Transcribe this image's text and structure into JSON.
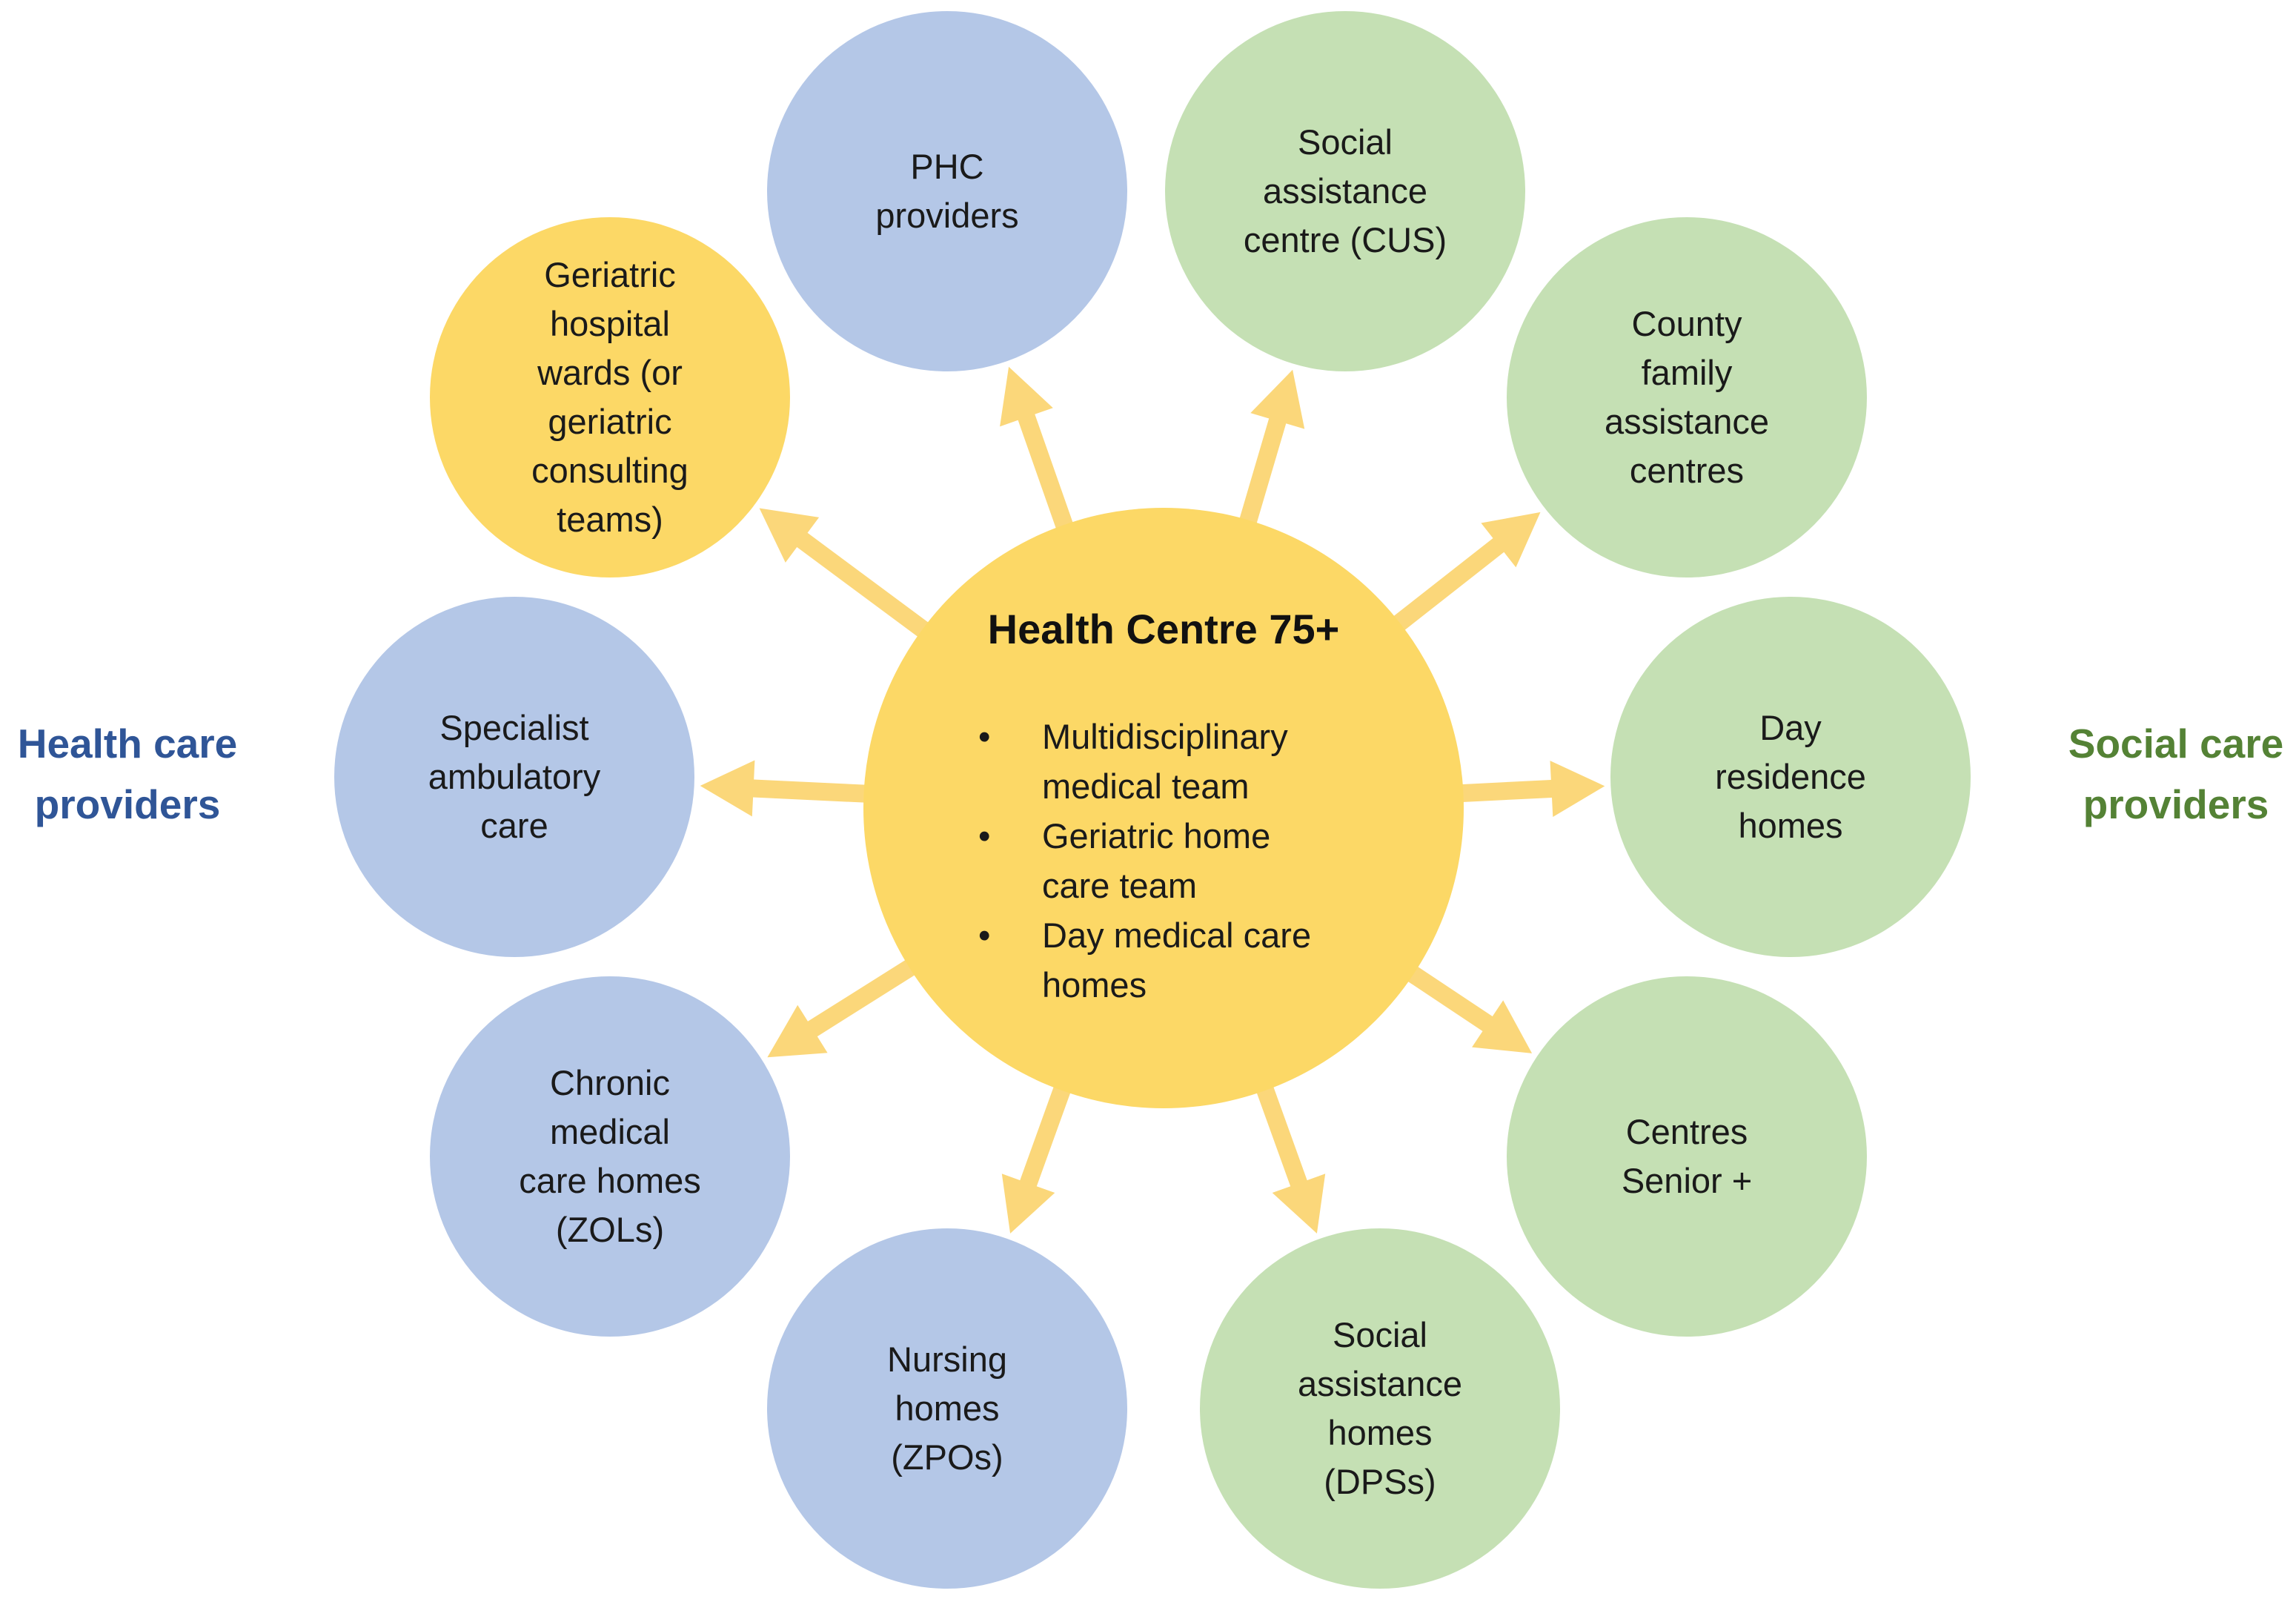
{
  "colors": {
    "center": "#FCD866",
    "health": "#B4C7E7",
    "social": "#C5E0B4",
    "geriatric": "#FCD866",
    "arrow": "#FBD77A",
    "health_label": "#2F5597",
    "social_label": "#548235"
  },
  "center": {
    "title": "Health Centre 75+",
    "bullets": [
      [
        "Multidisciplinary",
        "medical team"
      ],
      [
        "Geriatric home",
        "care team"
      ],
      [
        "Day medical care",
        "homes"
      ]
    ]
  },
  "side_labels": {
    "left": [
      "Health care",
      "providers"
    ],
    "right": [
      "Social care",
      "providers"
    ]
  },
  "nodes": [
    {
      "id": "phc-providers",
      "group": "health",
      "lines": [
        "PHC",
        "providers"
      ]
    },
    {
      "id": "social-assistance-centre",
      "group": "social",
      "lines": [
        "Social",
        "assistance",
        "centre (CUS)"
      ]
    },
    {
      "id": "county-family-assistance",
      "group": "social",
      "lines": [
        "County",
        "family",
        "assistance",
        "centres"
      ]
    },
    {
      "id": "day-residence-homes",
      "group": "social",
      "lines": [
        "Day",
        "residence",
        "homes"
      ]
    },
    {
      "id": "centres-senior",
      "group": "social",
      "lines": [
        "Centres",
        "Senior +"
      ]
    },
    {
      "id": "social-assistance-homes",
      "group": "social",
      "lines": [
        "Social",
        "assistance",
        "homes",
        "(DPSs)"
      ]
    },
    {
      "id": "nursing-homes",
      "group": "health",
      "lines": [
        "Nursing",
        "homes",
        "(ZPOs)"
      ]
    },
    {
      "id": "chronic-medical-care-homes",
      "group": "health",
      "lines": [
        "Chronic",
        "medical",
        "care homes",
        "(ZOLs)"
      ]
    },
    {
      "id": "specialist-ambulatory-care",
      "group": "health",
      "lines": [
        "Specialist",
        "ambulatory",
        "care"
      ]
    },
    {
      "id": "geriatric-hospital-wards",
      "group": "geriatric",
      "lines": [
        "Geriatric",
        "hospital",
        "wards (or",
        "geriatric",
        "consulting",
        "teams)"
      ]
    }
  ]
}
